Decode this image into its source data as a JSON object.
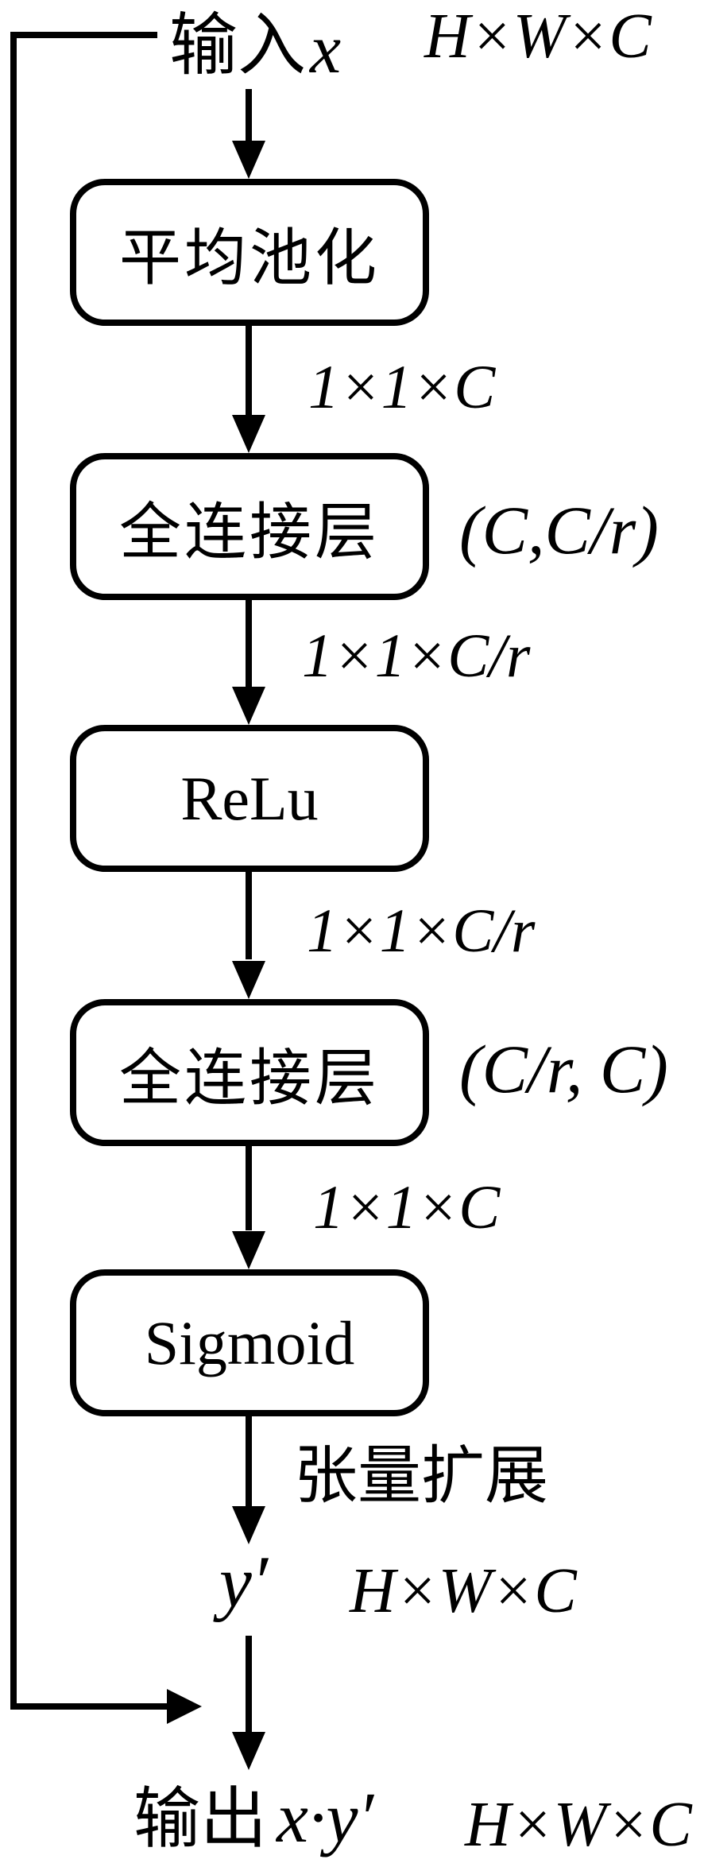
{
  "figure": {
    "type": "flowchart",
    "colors": {
      "ink": "#000000",
      "background": "#ffffff"
    },
    "input": {
      "label": "输入",
      "var": "x",
      "shape": "H×W×C"
    },
    "boxes": [
      {
        "id": "avg-pool",
        "label": "平均池化"
      },
      {
        "id": "fc1",
        "label": "全连接层",
        "side_label": "(C,C/r)"
      },
      {
        "id": "relu",
        "label": "ReLu"
      },
      {
        "id": "fc2",
        "label": "全连接层",
        "side_label": "(C/r, C)"
      },
      {
        "id": "sigmoid",
        "label": "Sigmoid"
      }
    ],
    "arrows": {
      "to_fc1": "1×1×C",
      "to_relu": "1×1×C/r",
      "to_fc2": "1×1×C/r",
      "to_sigmoid": "1×1×C",
      "expand": "张量扩展"
    },
    "intermediate": {
      "var": "y′",
      "shape": "H×W×C"
    },
    "output": {
      "label": "输出",
      "var": "x·y′",
      "shape": "H×W×C"
    }
  }
}
